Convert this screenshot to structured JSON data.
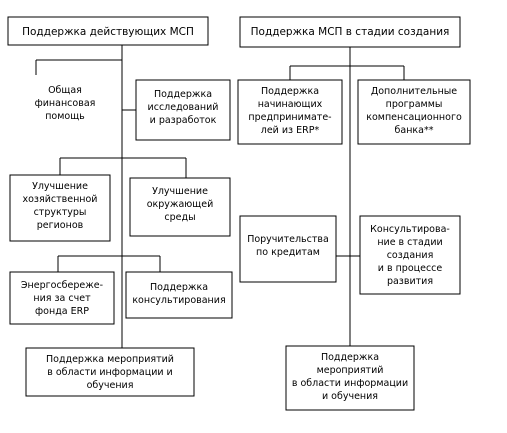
{
  "left_header": "Поддержка действующих МСП",
  "right_header": "Поддержка МСП в стадии создания",
  "left": {
    "general_help": [
      "Общая",
      "финансовая",
      "помощь"
    ],
    "research_support": [
      "Поддержка",
      "исследований",
      "и разработок"
    ],
    "regional_structure": [
      "Улучшение",
      "хозяйственной",
      "структуры",
      "регионов"
    ],
    "environment": [
      "Улучшение",
      "окружающей",
      "среды"
    ],
    "energy_saving": [
      "Энергосбереже-",
      "ния за счет",
      "фонда ERP"
    ],
    "consulting_support": [
      "Поддержка",
      "консультирования"
    ],
    "info_education": [
      "Поддержка мероприятий",
      "в области информации и",
      "обучения"
    ]
  },
  "right": {
    "startup_support": [
      "Поддержка",
      "начинающих",
      "предпринимате-",
      "лей из ERP*"
    ],
    "compensation_programs": [
      "Дополнительные",
      "программы",
      "компенсационного",
      "банка**"
    ],
    "credit_guarantees": [
      "Поручительства",
      "по кредитам"
    ],
    "consulting_stages": [
      "Консультирова-",
      "ние в стадии",
      "создания",
      "и в процессе",
      "развития"
    ],
    "info_education": [
      "Поддержка",
      "мероприятий",
      "в области информации",
      "и обучения"
    ]
  }
}
